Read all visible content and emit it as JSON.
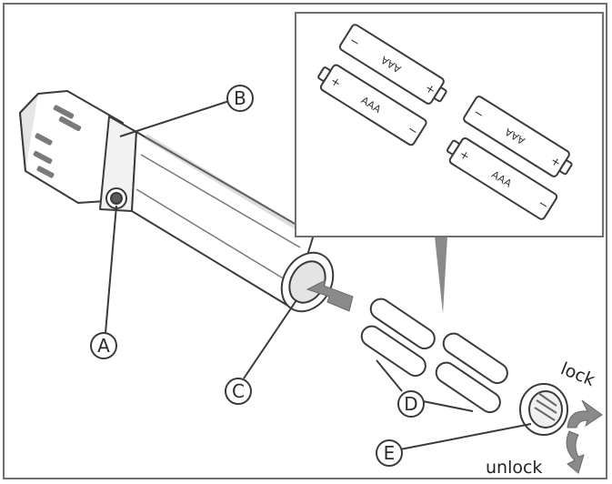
{
  "callouts": {
    "a": "A",
    "b": "B",
    "c": "C",
    "d": "D",
    "e": "E"
  },
  "rotation": {
    "lock": "lock",
    "unlock": "unlock"
  },
  "inset": {
    "battery_label": "AAA",
    "plus": "+",
    "minus": "−",
    "battery_count": 4
  },
  "colors": {
    "outline": "#3a3a3a",
    "shade": "#9a9a9a",
    "frame": "#6f6f6f"
  }
}
